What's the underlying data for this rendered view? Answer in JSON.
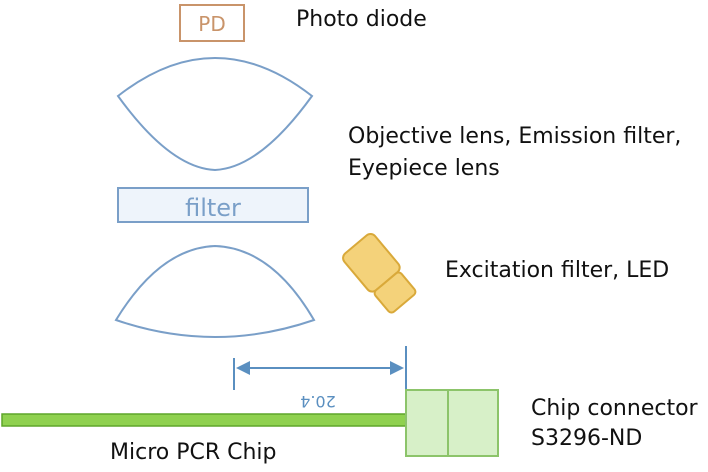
{
  "labels": {
    "pd_box": "PD",
    "photo_diode": "Photo diode",
    "objective_line1": "Objective lens, Emission filter,",
    "objective_line2": "Eyepiece lens",
    "filter_box": "filter",
    "excitation": "Excitation filter, LED",
    "dimension": "20.4",
    "chip_connector_line1": "Chip connector",
    "chip_connector_line2": "S3296-ND",
    "micro_pcr_chip": "Micro PCR Chip"
  },
  "colors": {
    "pd_stroke": "#c9946a",
    "pd_text": "#c9946a",
    "lens_stroke": "#7a9fc8",
    "lens_fill": "#ffffff",
    "filter_stroke": "#7a9fc8",
    "filter_fill": "#eef4fb",
    "filter_text": "#7a9fc8",
    "led_fill": "#f4d27a",
    "led_stroke": "#d9a93a",
    "dimension_color": "#5a8fc0",
    "chip_fill": "#8fd14f",
    "chip_stroke": "#5fa62a",
    "connector_fill": "#d7f0c8",
    "connector_stroke": "#8cc46a"
  }
}
